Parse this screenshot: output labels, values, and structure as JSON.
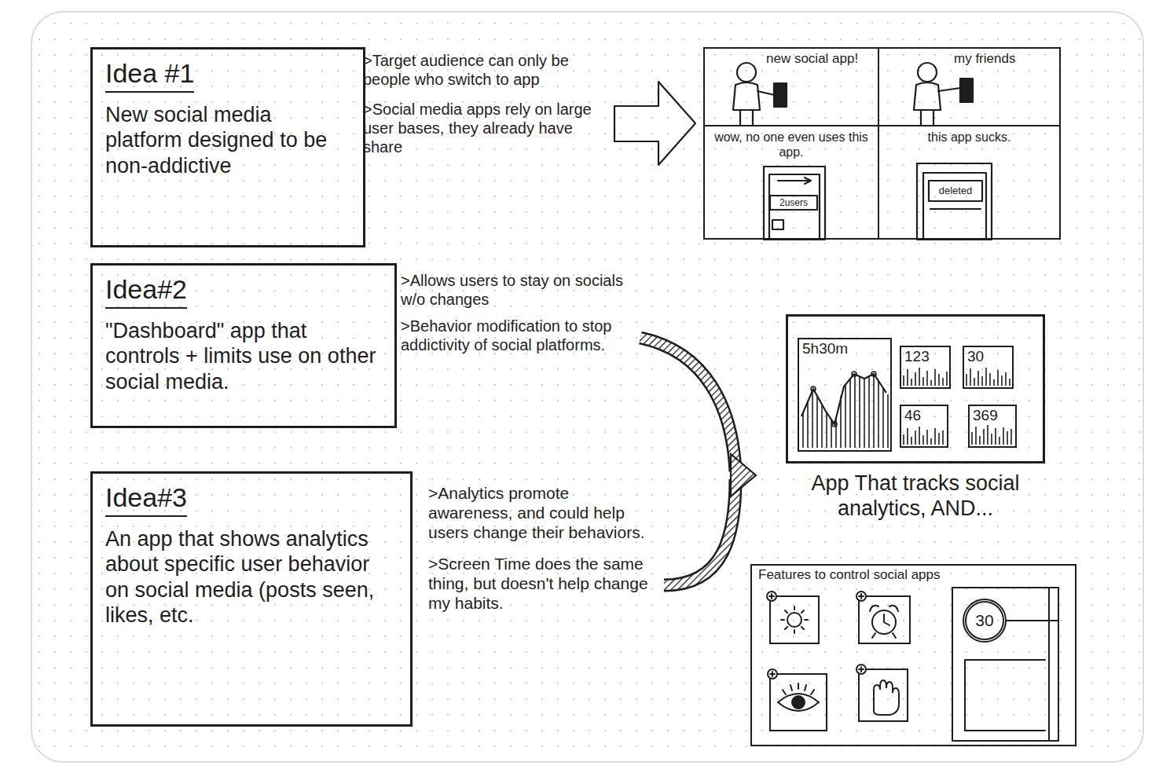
{
  "diagram": {
    "nodes": [
      {
        "text": [
          "Idea #1",
          "New social media platform designed to be non-addictive"
        ]
      },
      {
        "text": [
          "new social app!"
        ]
      },
      {
        "text": [
          "my friends"
        ]
      },
      {
        "text": [
          "wow, no one even uses this app."
        ]
      },
      {
        "text": [
          "this app sucks."
        ]
      },
      {
        "text": [
          "Idea#2",
          "\"Dashboard\" app that controls + limits use on other social media."
        ]
      },
      {
        "text": [
          "App That tracks social analytics, AND..."
        ]
      },
      {
        "text": [
          "5h30m"
        ],
        "in": 6
      },
      {
        "text": [
          "123"
        ],
        "in": 6
      },
      {
        "text": [
          "30"
        ],
        "in": 6
      },
      {
        "text": [
          "46"
        ],
        "in": 6
      },
      {
        "text": [
          "369"
        ],
        "in": 6
      },
      {
        "text": [
          "Idea#3",
          "An app that shows analytics about specific user behavior on social media (posts seen, likes, etc."
        ]
      },
      {
        "text": [
          "Features to control social apps"
        ]
      },
      {
        "text": [
          "30"
        ],
        "in": 13
      }
    ],
    "labels": [
      ">Target audience can only be people who switch to app",
      ">Social media apps rely on large user bases, they already have share",
      ">Allows users to stay on socials w/o changes",
      ">Behavior modification to stop addictivity of social platforms.",
      ">Analytics promote awareness, and could help users change their behaviors.",
      ">Screen Time does the same thing, but doesn't help change my habits.",
      "2users",
      "deleted"
    ]
  }
}
